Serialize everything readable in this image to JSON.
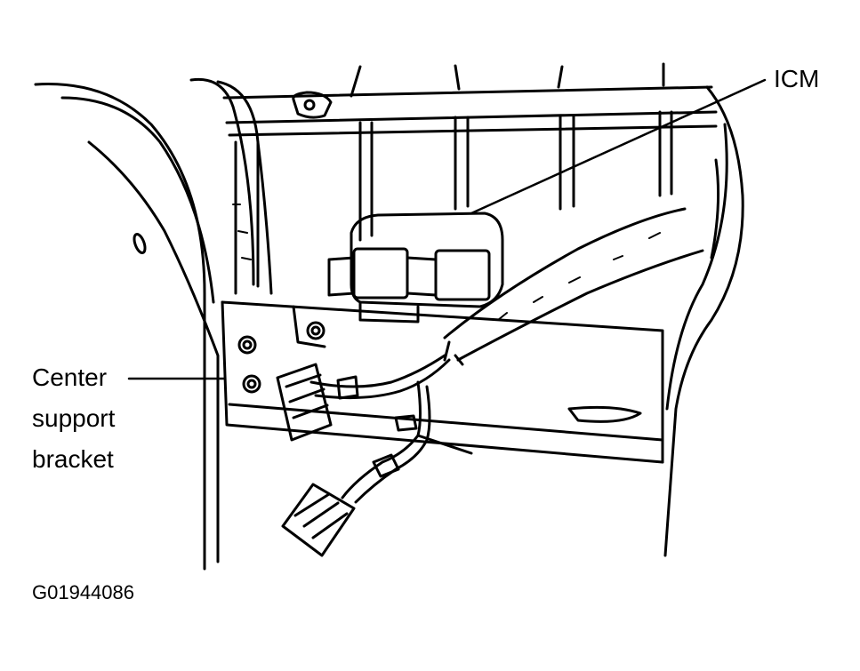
{
  "labels": {
    "icm": "ICM",
    "center_support_bracket": [
      "Center",
      "support",
      "bracket"
    ]
  },
  "figure_id": "G01944086",
  "colors": {
    "line": "#000000",
    "background": "#ffffff"
  }
}
